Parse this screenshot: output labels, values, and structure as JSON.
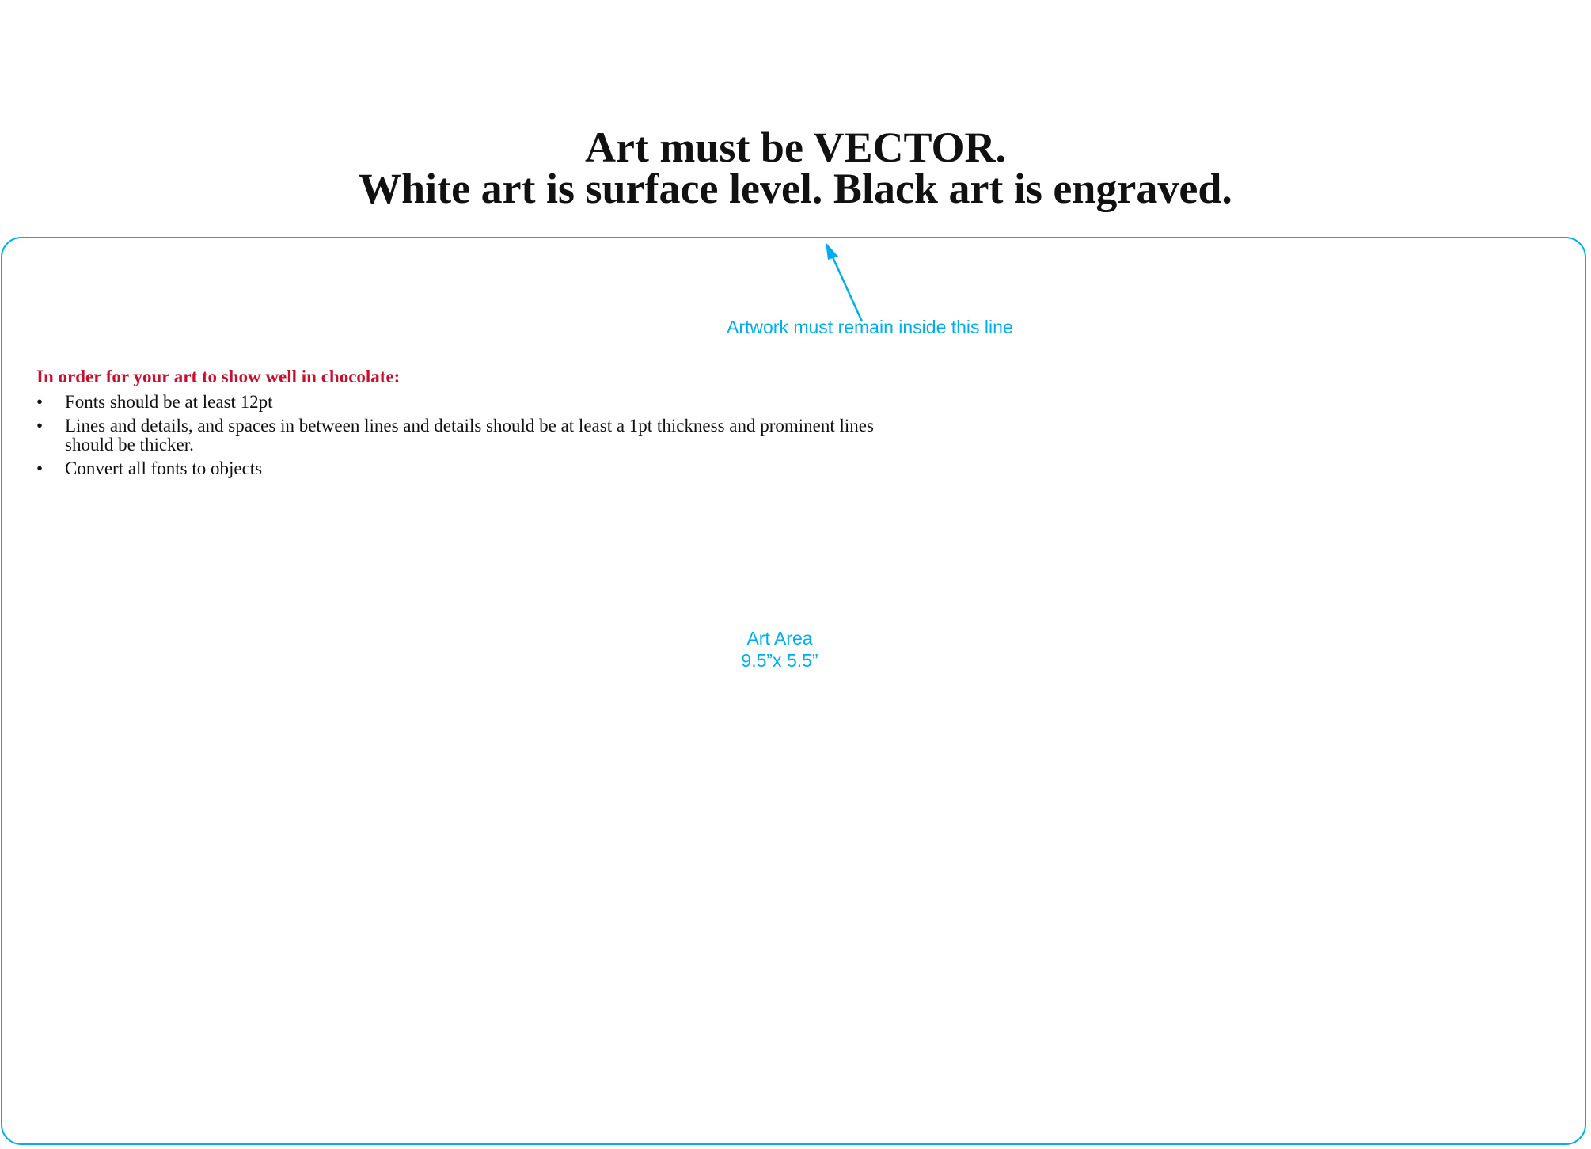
{
  "header": {
    "title_line_1": "Art must be VECTOR.",
    "title_line_2": "White art is surface level. Black art is engraved."
  },
  "art_boundary": {
    "color": "#00AEEF",
    "annotation": "Artwork must remain inside this line"
  },
  "art_area": {
    "label": "Art Area",
    "size": "9.5”x 5.5”"
  },
  "instructions": {
    "heading": "In order for your art to show well in chocolate:",
    "heading_color": "#C8102E",
    "bullet_glyph": "•",
    "items": [
      {
        "text": "Fonts should be at least 12pt"
      },
      {
        "text": "Lines and details, and spaces in between lines and details should be at least a 1pt thickness and prominent lines should be thicker."
      },
      {
        "text": "Convert all fonts to objects"
      }
    ]
  }
}
